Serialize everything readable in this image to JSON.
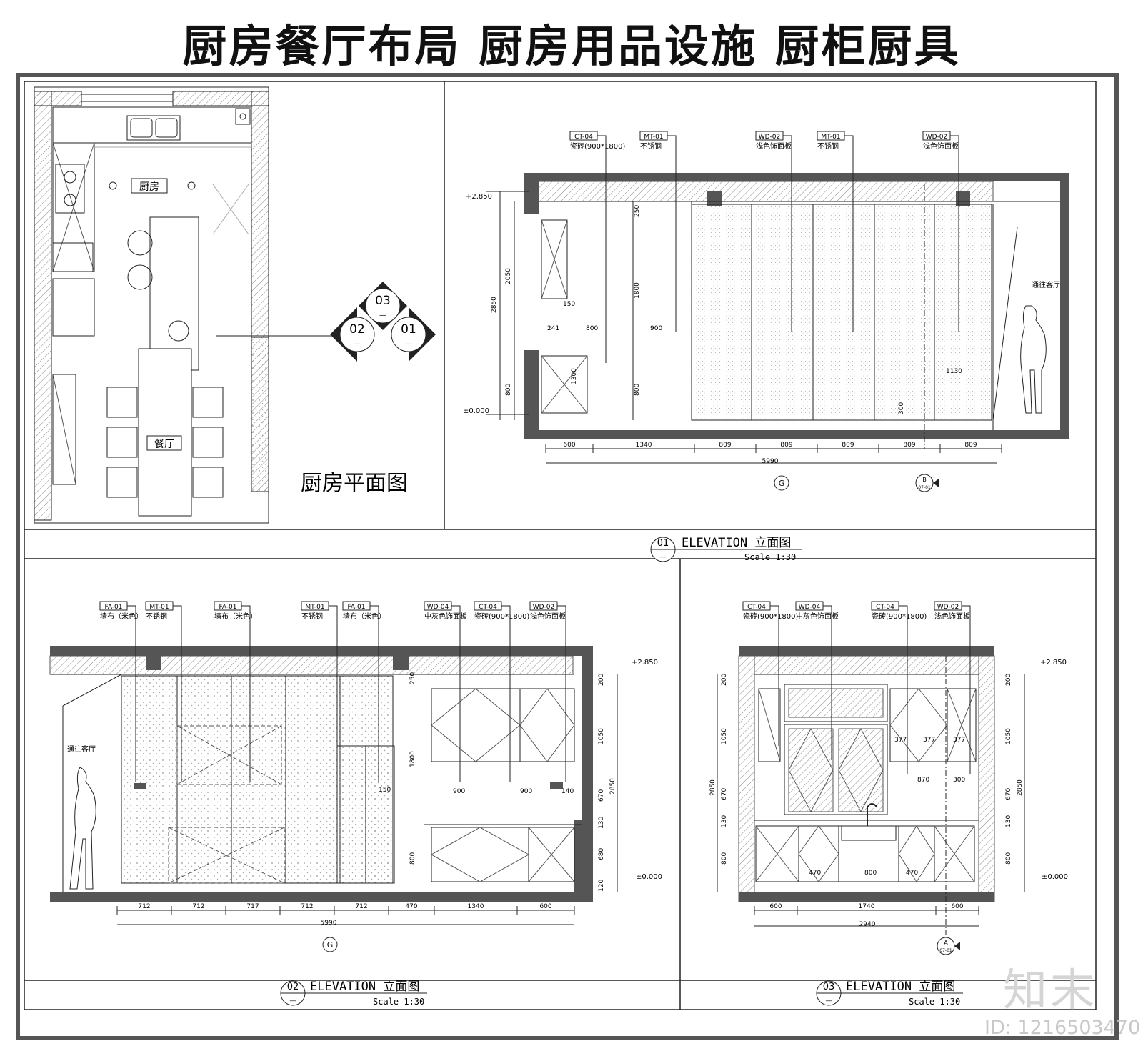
{
  "header": {
    "title": "厨房餐厅布局  厨房用品设施  厨柜厨具"
  },
  "plan": {
    "title": "厨房平面图",
    "room_kitchen": "厨房",
    "room_dining": "餐厅",
    "index_symbols": [
      "03",
      "02",
      "01"
    ],
    "index_sub": "—"
  },
  "elevation01": {
    "number": "01",
    "sub": "—",
    "title": "ELEVATION 立面图",
    "scale": "Scale 1:30",
    "tags": [
      {
        "code": "CT-04",
        "note": "瓷砖(900*1800)"
      },
      {
        "code": "MT-01",
        "note": "不锈钢"
      },
      {
        "code": "WD-02",
        "note": "浅色饰面板"
      },
      {
        "code": "MT-01",
        "note": "不锈钢"
      },
      {
        "code": "WD-02",
        "note": "浅色饰面板"
      }
    ],
    "levels": [
      "+2.850",
      "±0.000"
    ],
    "vdims_left": [
      "2850",
      "2050",
      "800"
    ],
    "vdims_inner": [
      "250",
      "1800",
      "800"
    ],
    "small_dims": [
      "150",
      "241",
      "800",
      "900",
      "1300",
      "1130",
      "300"
    ],
    "dims": [
      "600",
      "1340",
      "809",
      "809",
      "809",
      "809",
      "809"
    ],
    "total": "5990",
    "grid": "G",
    "section_mark": "B",
    "section_sub": "07-01",
    "to_living": "通往客厅"
  },
  "elevation02": {
    "number": "02",
    "sub": "—",
    "title": "ELEVATION 立面图",
    "scale": "Scale 1:30",
    "tags": [
      {
        "code": "FA-01",
        "note": "墙布（米色）"
      },
      {
        "code": "MT-01",
        "note": "不锈钢"
      },
      {
        "code": "FA-01",
        "note": "墙布（米色）"
      },
      {
        "code": "MT-01",
        "note": "不锈钢"
      },
      {
        "code": "FA-01",
        "note": "墙布（米色）"
      },
      {
        "code": "WD-04",
        "note": "中灰色饰面板"
      },
      {
        "code": "CT-04",
        "note": "瓷砖(900*1800)"
      },
      {
        "code": "WD-02",
        "note": "浅色饰面板"
      }
    ],
    "levels": [
      "+2.850",
      "±0.000"
    ],
    "vdims_left": [
      "250",
      "1800",
      "800"
    ],
    "vdims_right": [
      "200",
      "1050",
      "670",
      "130",
      "680",
      "120"
    ],
    "vdim_total": "2850",
    "small_dims": [
      "900",
      "900",
      "140",
      "150"
    ],
    "dims": [
      "712",
      "712",
      "717",
      "712",
      "712",
      "470",
      "1340",
      "600"
    ],
    "total": "5990",
    "grid": "G",
    "to_living": "通往客厅"
  },
  "elevation03": {
    "number": "03",
    "sub": "—",
    "title": "ELEVATION 立面图",
    "scale": "Scale 1:30",
    "tags": [
      {
        "code": "CT-04",
        "note": "瓷砖(900*1800)"
      },
      {
        "code": "WD-04",
        "note": "中灰色饰面板"
      },
      {
        "code": "CT-04",
        "note": "瓷砖(900*1800)"
      },
      {
        "code": "WD-02",
        "note": "浅色饰面板"
      }
    ],
    "levels": [
      "+2.850",
      "±0.000"
    ],
    "vdims_left": [
      "200",
      "1050",
      "670",
      "130",
      "800"
    ],
    "vdims_right": [
      "200",
      "1050",
      "670",
      "130",
      "800"
    ],
    "vdim_total": "2850",
    "small_dims": [
      "377",
      "377",
      "377",
      "870",
      "300",
      "470",
      "800",
      "470"
    ],
    "dims": [
      "600",
      "1740",
      "600"
    ],
    "total": "2940",
    "section_mark": "A",
    "section_sub": "07-01"
  },
  "brand": {
    "logo": "知末",
    "id": "ID: 1216503470"
  }
}
